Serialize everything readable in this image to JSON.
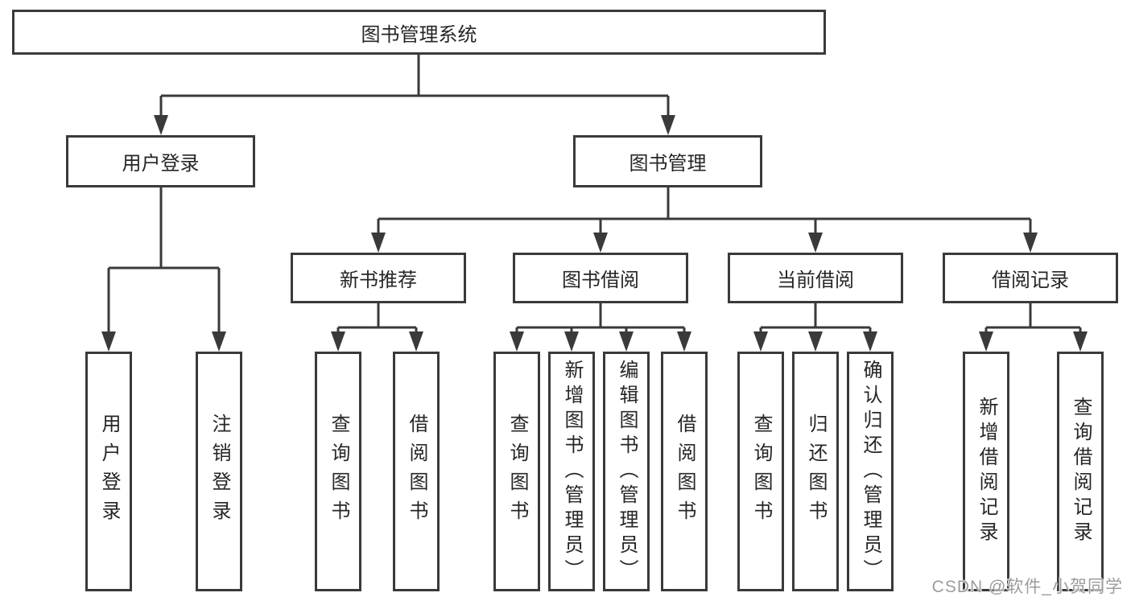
{
  "diagram": {
    "title": "图书管理系统",
    "root": {
      "label": "图书管理系统"
    },
    "level2": [
      {
        "label": "用户登录"
      },
      {
        "label": "图书管理"
      }
    ],
    "level3": [
      {
        "label": "新书推荐"
      },
      {
        "label": "图书借阅"
      },
      {
        "label": "当前借阅"
      },
      {
        "label": "借阅记录"
      }
    ],
    "leaves": {
      "user_login": [
        "用户登录",
        "注销登录"
      ],
      "new_books": [
        "查询图书",
        "借阅图书"
      ],
      "book_borrow": [
        "查询图书",
        "新增图书（管理员）",
        "编辑图书（管理员）",
        "借阅图书"
      ],
      "current_borrow": [
        "查询图书",
        "归还图书",
        "确认归还（管理员）"
      ],
      "borrow_records": [
        "新增借阅记录",
        "查询借阅记录"
      ]
    }
  },
  "watermark": "CSDN @软件_小贺同学",
  "colors": {
    "line": "#3a3a3a",
    "text": "#262626",
    "watermark": "#9c9c9c"
  }
}
